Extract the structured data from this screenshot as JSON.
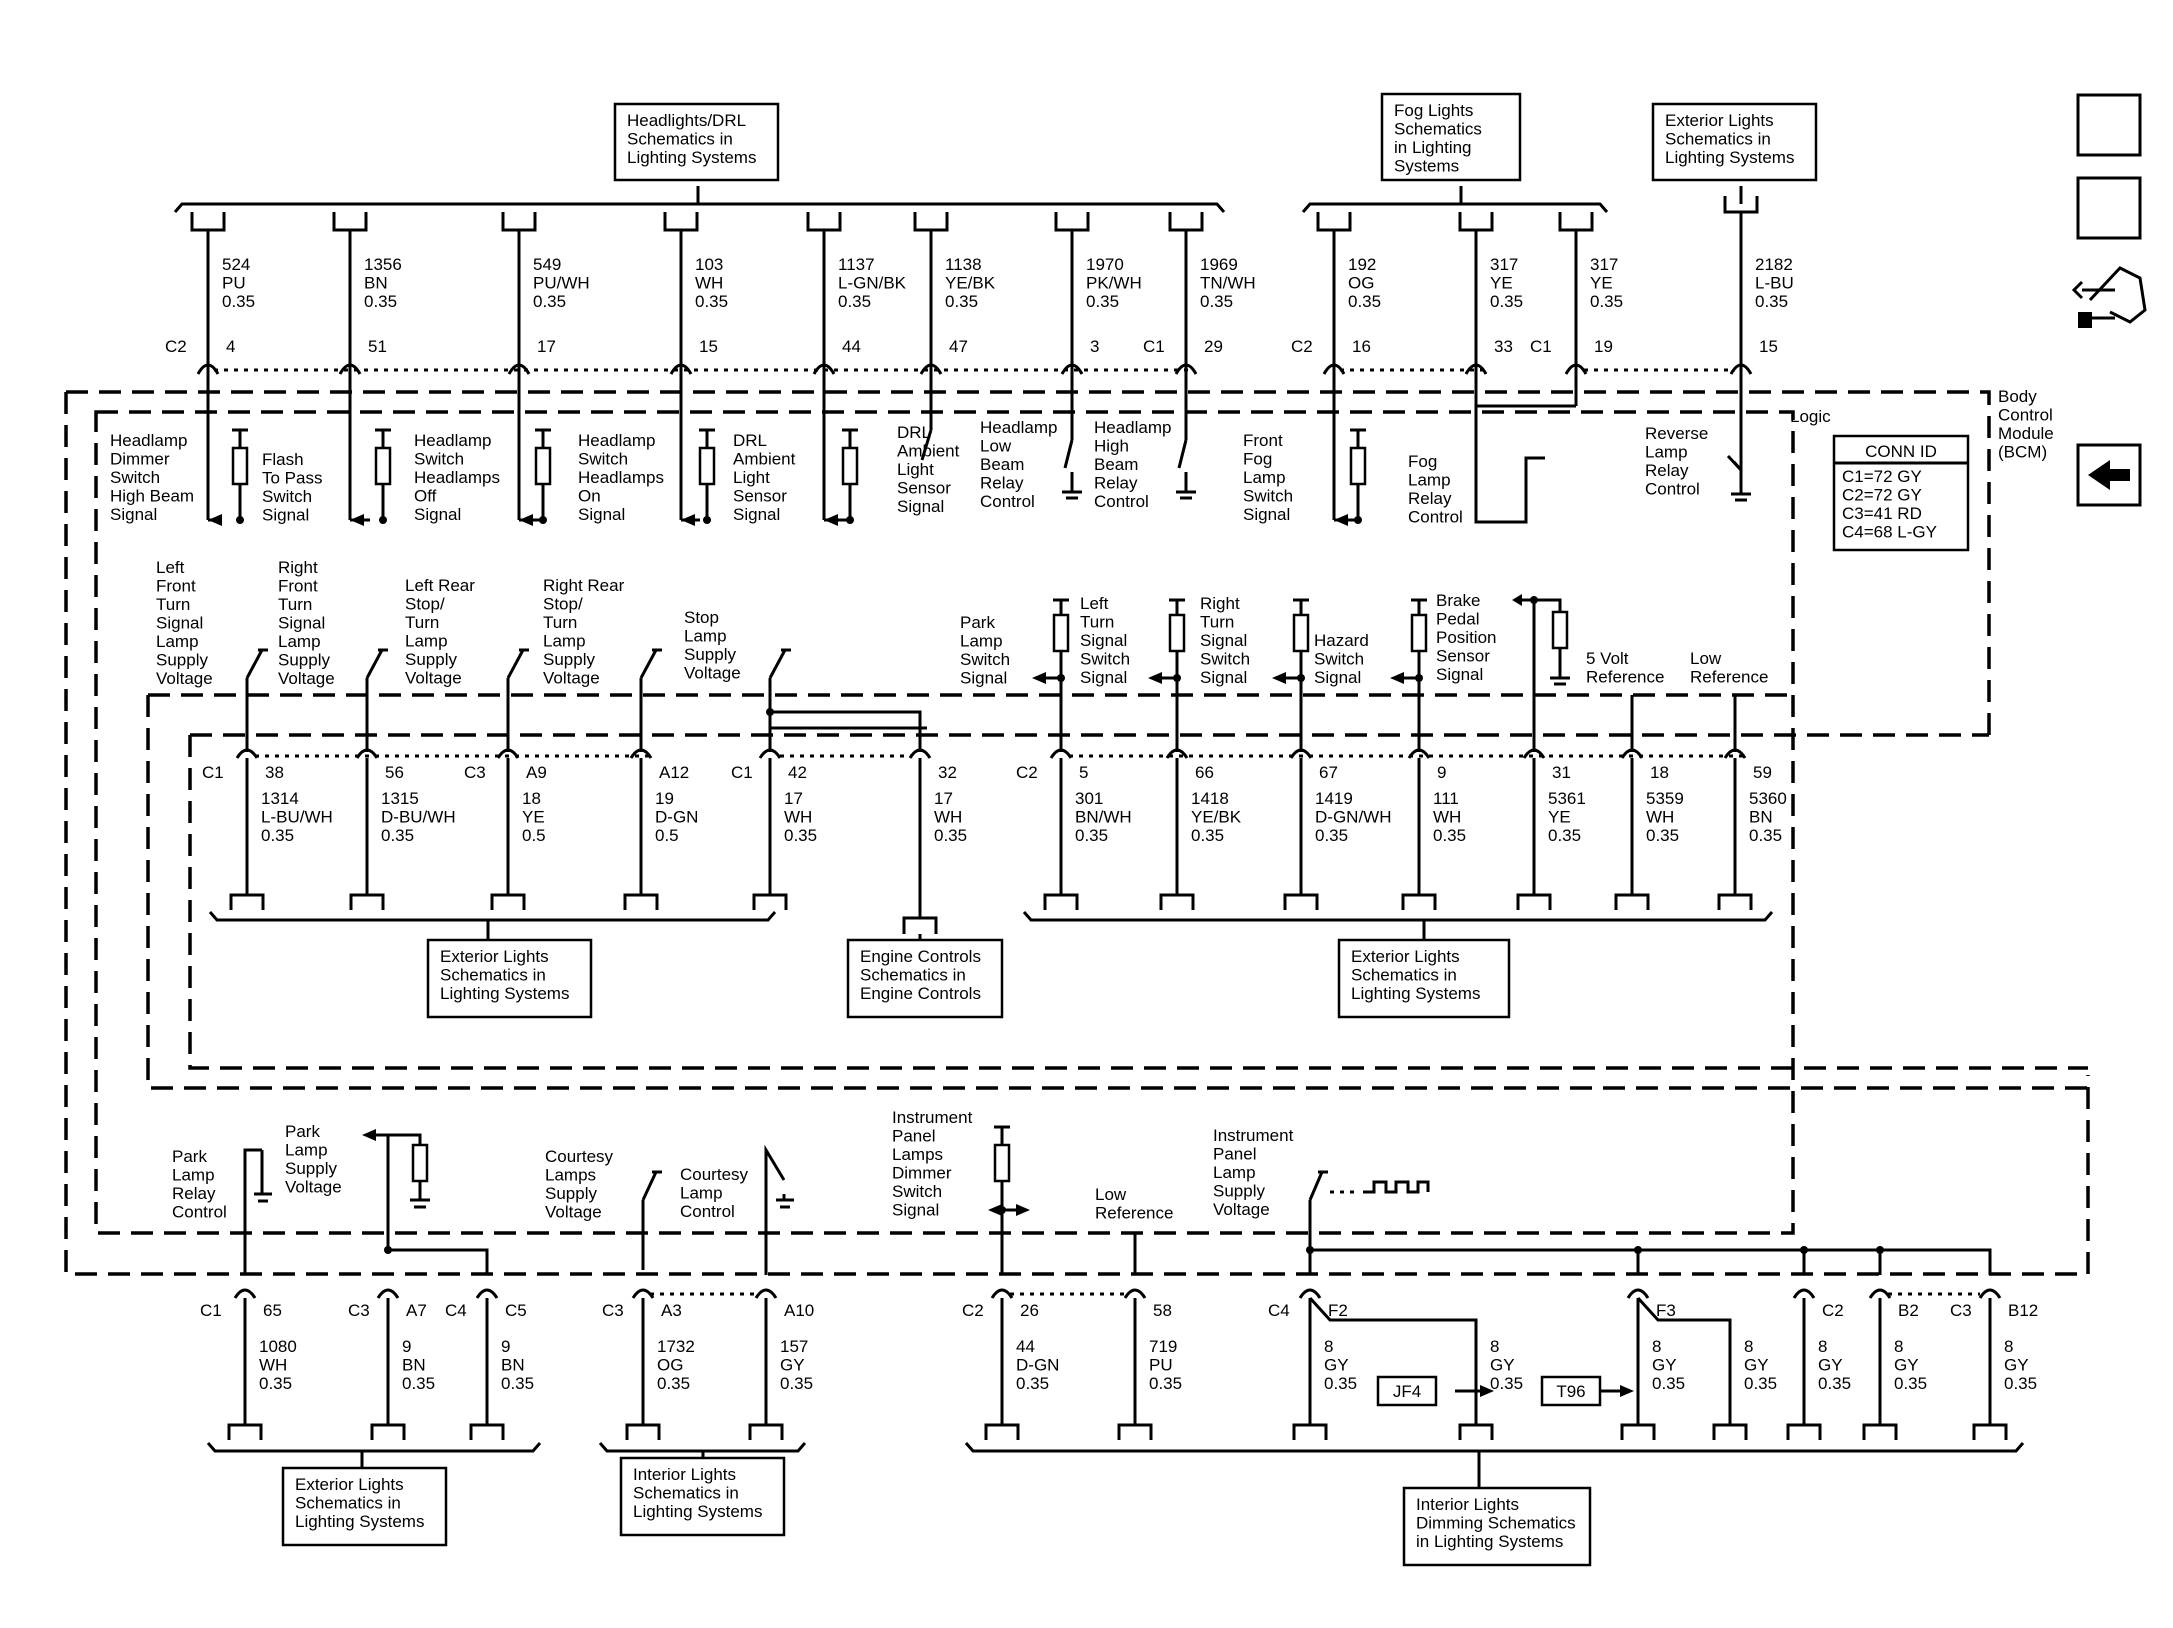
{
  "ref_boxes": [
    {
      "lines": [
        "Headlights/DRL",
        "Schematics in",
        "Lighting Systems"
      ]
    },
    {
      "lines": [
        "Fog Lights",
        "Schematics",
        "in Lighting",
        "Systems"
      ]
    },
    {
      "lines": [
        "Exterior Lights",
        "Schematics in",
        "Lighting Systems"
      ]
    },
    {
      "lines": [
        "Exterior Lights",
        "Schematics in",
        "Lighting Systems"
      ]
    },
    {
      "lines": [
        "Engine Controls",
        "Schematics in",
        "Engine Controls"
      ]
    },
    {
      "lines": [
        "Exterior Lights",
        "Schematics in",
        "Lighting Systems"
      ]
    },
    {
      "lines": [
        "Exterior Lights",
        "Schematics in",
        "Lighting Systems"
      ]
    },
    {
      "lines": [
        "Interior Lights",
        "Schematics in",
        "Lighting Systems"
      ]
    },
    {
      "lines": [
        "Interior Lights",
        "Dimming Schematics",
        "in Lighting Systems"
      ]
    }
  ],
  "wires": [
    {
      "circuit": "524",
      "color": "PU",
      "gauge": "0.35",
      "connector": "C2",
      "pin": "4"
    },
    {
      "circuit": "1356",
      "color": "BN",
      "gauge": "0.35",
      "pin": "51"
    },
    {
      "circuit": "549",
      "color": "PU/WH",
      "gauge": "0.35",
      "pin": "17"
    },
    {
      "circuit": "103",
      "color": "WH",
      "gauge": "0.35",
      "pin": "15"
    },
    {
      "circuit": "1137",
      "color": "L-GN/BK",
      "gauge": "0.35",
      "pin": "44"
    },
    {
      "circuit": "1138",
      "color": "YE/BK",
      "gauge": "0.35",
      "pin": "47"
    },
    {
      "circuit": "1970",
      "color": "PK/WH",
      "gauge": "0.35",
      "pin": "3"
    },
    {
      "circuit": "1969",
      "color": "TN/WH",
      "gauge": "0.35",
      "connector": "C1",
      "pin": "29"
    },
    {
      "circuit": "192",
      "color": "OG",
      "gauge": "0.35",
      "connector": "C2",
      "pin": "16"
    },
    {
      "circuit": "317",
      "color": "YE",
      "gauge": "0.35",
      "pin": "33"
    },
    {
      "circuit": "317",
      "color": "YE",
      "gauge": "0.35",
      "connector": "C1",
      "pin": "19"
    },
    {
      "circuit": "2182",
      "color": "L-BU",
      "gauge": "0.35",
      "pin": "15"
    },
    {
      "circuit": "1314",
      "color": "L-BU/WH",
      "gauge": "0.35",
      "connector": "C1",
      "pin": "38"
    },
    {
      "circuit": "1315",
      "color": "D-BU/WH",
      "gauge": "0.35",
      "pin": "56"
    },
    {
      "circuit": "18",
      "color": "YE",
      "gauge": "0.5",
      "connector": "C3",
      "pin": "A9"
    },
    {
      "circuit": "19",
      "color": "D-GN",
      "gauge": "0.5",
      "pin": "A12"
    },
    {
      "circuit": "17",
      "color": "WH",
      "gauge": "0.35",
      "connector": "C1",
      "pin": "42"
    },
    {
      "circuit": "17",
      "color": "WH",
      "gauge": "0.35",
      "pin": "32"
    },
    {
      "circuit": "301",
      "color": "BN/WH",
      "gauge": "0.35",
      "connector": "C2",
      "pin": "5"
    },
    {
      "circuit": "1418",
      "color": "YE/BK",
      "gauge": "0.35",
      "pin": "66"
    },
    {
      "circuit": "1419",
      "color": "D-GN/WH",
      "gauge": "0.35",
      "pin": "67"
    },
    {
      "circuit": "111",
      "color": "WH",
      "gauge": "0.35",
      "pin": "9"
    },
    {
      "circuit": "5361",
      "color": "YE",
      "gauge": "0.35",
      "pin": "31"
    },
    {
      "circuit": "5359",
      "color": "WH",
      "gauge": "0.35",
      "pin": "18"
    },
    {
      "circuit": "5360",
      "color": "BN",
      "gauge": "0.35",
      "pin": "59"
    },
    {
      "circuit": "1080",
      "color": "WH",
      "gauge": "0.35",
      "connector": "C1",
      "pin": "65"
    },
    {
      "circuit": "9",
      "color": "BN",
      "gauge": "0.35",
      "connector": "C3",
      "pin": "A7"
    },
    {
      "circuit": "9",
      "color": "BN",
      "gauge": "0.35",
      "connector": "C4",
      "pin": "C5"
    },
    {
      "circuit": "1732",
      "color": "OG",
      "gauge": "0.35",
      "connector": "C3",
      "pin": "A3"
    },
    {
      "circuit": "157",
      "color": "GY",
      "gauge": "0.35",
      "pin": "A10"
    },
    {
      "circuit": "44",
      "color": "D-GN",
      "gauge": "0.35",
      "connector": "C2",
      "pin": "26"
    },
    {
      "circuit": "719",
      "color": "PU",
      "gauge": "0.35",
      "pin": "58"
    },
    {
      "circuit": "8",
      "color": "GY",
      "gauge": "0.35",
      "connector": "C4",
      "pin": "F2"
    },
    {
      "circuit": "8",
      "color": "GY",
      "gauge": "0.35"
    },
    {
      "circuit": "8",
      "color": "GY",
      "gauge": "0.35",
      "pin": "F3"
    },
    {
      "circuit": "8",
      "color": "GY",
      "gauge": "0.35"
    },
    {
      "circuit": "8",
      "color": "GY",
      "gauge": "0.35",
      "pin": "C2"
    },
    {
      "circuit": "8",
      "color": "GY",
      "gauge": "0.35",
      "pin": "B2"
    },
    {
      "circuit": "8",
      "color": "GY",
      "gauge": "0.35",
      "connector": "C3",
      "pin": "B12"
    }
  ],
  "module_labels": [
    {
      "lines": [
        "Headlamp",
        "Dimmer",
        "Switch",
        "High Beam",
        "Signal"
      ]
    },
    {
      "lines": [
        "Flash",
        "To Pass",
        "Switch",
        "Signal"
      ]
    },
    {
      "lines": [
        "Headlamp",
        "Switch",
        "Headlamps",
        "Off",
        "Signal"
      ]
    },
    {
      "lines": [
        "Headlamp",
        "Switch",
        "Headlamps",
        "On",
        "Signal"
      ]
    },
    {
      "lines": [
        "DRL",
        "Ambient",
        "Light",
        "Sensor",
        "Signal"
      ]
    },
    {
      "lines": [
        "DRL",
        "Ambient",
        "Light",
        "Sensor",
        "Signal"
      ]
    },
    {
      "lines": [
        "Headlamp",
        "Low",
        "Beam",
        "Relay",
        "Control"
      ]
    },
    {
      "lines": [
        "Headlamp",
        "High",
        "Beam",
        "Relay",
        "Control"
      ]
    },
    {
      "lines": [
        "Front",
        "Fog",
        "Lamp",
        "Switch",
        "Signal"
      ]
    },
    {
      "lines": [
        "Fog",
        "Lamp",
        "Relay",
        "Control"
      ]
    },
    {
      "lines": [
        "Reverse",
        "Lamp",
        "Relay",
        "Control"
      ]
    },
    {
      "lines": [
        "Left",
        "Front",
        "Turn",
        "Signal",
        "Lamp",
        "Supply",
        "Voltage"
      ]
    },
    {
      "lines": [
        "Right",
        "Front",
        "Turn",
        "Signal",
        "Lamp",
        "Supply",
        "Voltage"
      ]
    },
    {
      "lines": [
        "Left Rear",
        "Stop/",
        "Turn",
        "Lamp",
        "Supply",
        "Voltage"
      ]
    },
    {
      "lines": [
        "Right Rear",
        "Stop/",
        "Turn",
        "Lamp",
        "Supply",
        "Voltage"
      ]
    },
    {
      "lines": [
        "Stop",
        "Lamp",
        "Supply",
        "Voltage"
      ]
    },
    {
      "lines": [
        "Park",
        "Lamp",
        "Switch",
        "Signal"
      ]
    },
    {
      "lines": [
        "Left",
        "Turn",
        "Signal",
        "Switch",
        "Signal"
      ]
    },
    {
      "lines": [
        "Right",
        "Turn",
        "Signal",
        "Switch",
        "Signal"
      ]
    },
    {
      "lines": [
        "Hazard",
        "Switch",
        "Signal"
      ]
    },
    {
      "lines": [
        "Brake",
        "Pedal",
        "Position",
        "Sensor",
        "Signal"
      ]
    },
    {
      "lines": [
        "5 Volt",
        "Reference"
      ]
    },
    {
      "lines": [
        "Low",
        "Reference"
      ]
    },
    {
      "lines": [
        "Park",
        "Lamp",
        "Relay",
        "Control"
      ]
    },
    {
      "lines": [
        "Park",
        "Lamp",
        "Supply",
        "Voltage"
      ]
    },
    {
      "lines": [
        "Courtesy",
        "Lamps",
        "Supply",
        "Voltage"
      ]
    },
    {
      "lines": [
        "Courtesy",
        "Lamp",
        "Control"
      ]
    },
    {
      "lines": [
        "Instrument",
        "Panel",
        "Lamps",
        "Dimmer",
        "Switch",
        "Signal"
      ]
    },
    {
      "lines": [
        "Low",
        "Reference"
      ]
    },
    {
      "lines": [
        "Instrument",
        "Panel",
        "Lamp",
        "Supply",
        "Voltage"
      ]
    }
  ],
  "logic_label": "Logic",
  "module_name": [
    "Body",
    "Control",
    "Module",
    "(BCM)"
  ],
  "conn_id": {
    "title": "CONN ID",
    "rows": [
      "C1=72 GY",
      "C2=72 GY",
      "C3=41 RD",
      "C4=68 L-GY"
    ]
  },
  "splices": [
    "JF4",
    "T96"
  ],
  "nav": {
    "loc": [
      "L",
      "O",
      "C"
    ],
    "desc": [
      "D",
      "E",
      "S",
      "C"
    ]
  }
}
